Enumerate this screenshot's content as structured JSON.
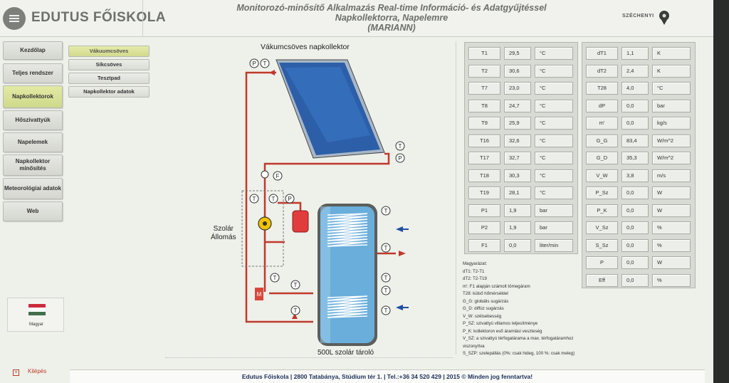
{
  "header": {
    "logo": "EDUTUS FŐISKOLA",
    "title_lines": [
      "Monitorozó-minősítő Alkalmazás Real-time Információ- és Adatgyűjtéssel",
      "Napkollektorra, Napelemre",
      "(MARIANN)"
    ],
    "partner": "SZÉCHENYI"
  },
  "nav": [
    {
      "label": "Kezdőlap"
    },
    {
      "label": "Teljes rendszer"
    },
    {
      "label": "Napkollektorok",
      "active": true
    },
    {
      "label": "Hőszivattyúk"
    },
    {
      "label": "Napelemek"
    },
    {
      "label": "Napkollektor minősítés"
    },
    {
      "label": "Meteorológiai adatok"
    },
    {
      "label": "Web"
    }
  ],
  "subnav": [
    {
      "label": "Vákuumcsöves",
      "active": true
    },
    {
      "label": "Síkcsöves"
    },
    {
      "label": "Tesztpad"
    },
    {
      "label": "Napkollektor adatok"
    }
  ],
  "language": {
    "label": "Magyar",
    "flag_colors": [
      "#cd2a3e",
      "#ffffff",
      "#436f4d"
    ]
  },
  "exit_label": "Kilépés",
  "diagram": {
    "title": "Vákumcsöves napkollektor",
    "station_label_1": "Szolár",
    "station_label_2": "Állomás",
    "tank_label": "500L szolár tároló",
    "sensors": [
      "P",
      "T",
      "T",
      "P",
      "F",
      "T",
      "T",
      "P",
      "T",
      "T",
      "T",
      "T",
      "T",
      "T",
      "T",
      "T",
      "M"
    ]
  },
  "table_left": [
    [
      "T1",
      "29,5",
      "°C"
    ],
    [
      "T2",
      "30,6",
      "°C"
    ],
    [
      "T7",
      "23,0",
      "°C"
    ],
    [
      "T8",
      "24,7",
      "°C"
    ],
    [
      "T9",
      "25,9",
      "°C"
    ],
    [
      "T16",
      "32,6",
      "°C"
    ],
    [
      "T17",
      "32,7",
      "°C"
    ],
    [
      "T18",
      "30,3",
      "°C"
    ],
    [
      "T19",
      "28,1",
      "°C"
    ],
    [
      "P1",
      "1,9",
      "bar"
    ],
    [
      "P2",
      "1,9",
      "bar"
    ],
    [
      "F1",
      "0,0",
      "liter/min"
    ]
  ],
  "table_right": [
    [
      "dT1",
      "1,1",
      "K"
    ],
    [
      "dT2",
      "2,4",
      "K"
    ],
    [
      "T28",
      "4,0",
      "°C"
    ],
    [
      "dP",
      "0,0",
      "bar"
    ],
    [
      "m'",
      "0,0",
      "kg/s"
    ],
    [
      "G_G",
      "83,4",
      "W/m^2"
    ],
    [
      "G_D",
      "35,3",
      "W/m^2"
    ],
    [
      "V_W",
      "3,8",
      "m/s"
    ],
    [
      "P_Sz",
      "0,0",
      "W"
    ],
    [
      "P_K",
      "0,0",
      "W"
    ],
    [
      "V_Sz",
      "0,0",
      "%"
    ],
    [
      "S_Sz",
      "0,0",
      "%"
    ],
    [
      "P",
      "0,0",
      "W"
    ],
    [
      "Eff",
      "0,0",
      "%"
    ]
  ],
  "legend": [
    "Magyarázat:",
    "dT1: T2-T1",
    "dT2: T2-T19",
    "m': F1 alapján számolt tömegáram",
    "T28: külső hőmérséklet",
    "G_G: globális sugárzás",
    "G_D: diffúz sugárzás",
    "V_W: szélsebesség",
    "P_SZ: szivattyú villamos teljesítménye",
    "P_K: kollektoron eső áramlási veszteség",
    "V_SZ: a szivattyú térfogatárama a max. térfogatáramhoz",
    "viszonyítva",
    "S_SZP: szelepállás (0%: csak hideg, 100 %: csak meleg)"
  ],
  "footer": "Edutus Főiskola | 2800 Tatabánya, Stúdium tér 1. | Tel.:+36 34 520 429 | 2015 © Minden jog fenntartva!",
  "colors": {
    "accent_nav": "#cfd98b",
    "pipe_red": "#c0392b",
    "tank_blue": "#6aaedb"
  }
}
